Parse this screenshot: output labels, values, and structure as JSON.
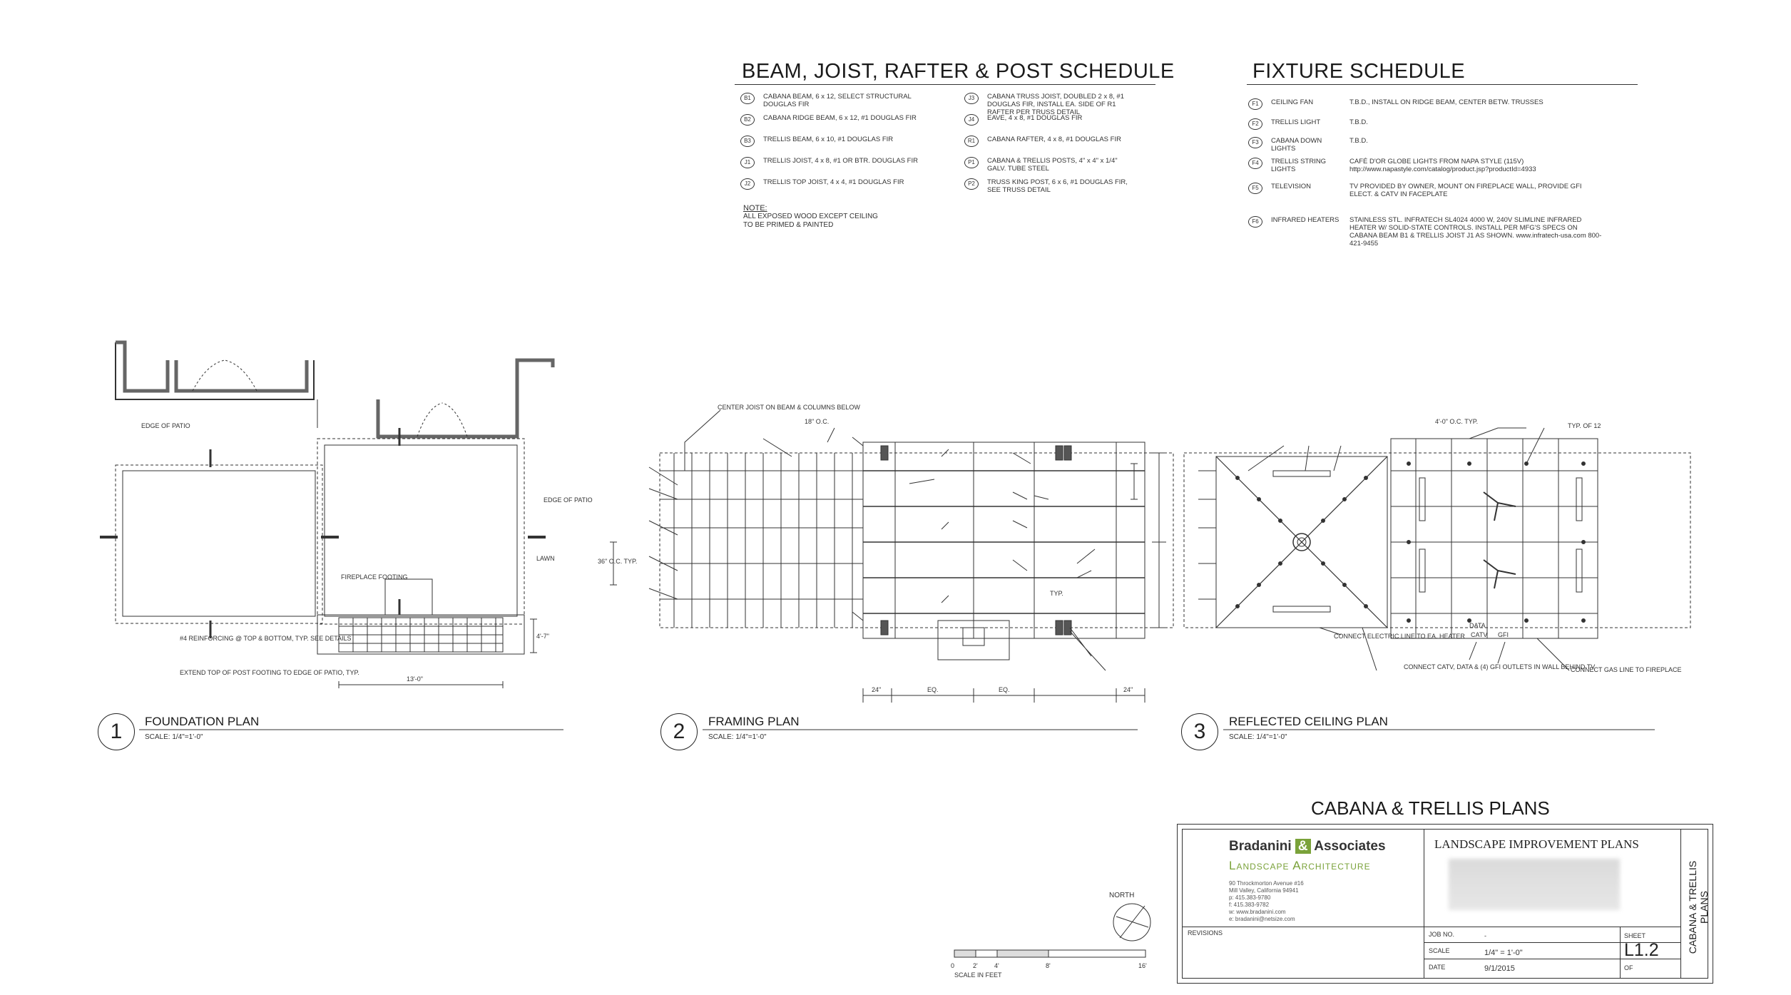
{
  "beam_schedule": {
    "title": "BEAM, JOIST, RAFTER & POST SCHEDULE",
    "left": [
      {
        "tag": "B1",
        "text": "CABANA BEAM, 6 x 12, SELECT STRUCTURAL DOUGLAS FIR"
      },
      {
        "tag": "B2",
        "text": "CABANA RIDGE BEAM, 6 x 12, #1 DOUGLAS FIR"
      },
      {
        "tag": "B3",
        "text": "TRELLIS BEAM, 6 x 10, #1 DOUGLAS FIR"
      },
      {
        "tag": "J1",
        "text": "TRELLIS JOIST, 4 x 8, #1 OR BTR. DOUGLAS FIR"
      },
      {
        "tag": "J2",
        "text": "TRELLIS TOP JOIST, 4 x 4, #1 DOUGLAS FIR"
      }
    ],
    "right": [
      {
        "tag": "J3",
        "text": "CABANA TRUSS JOIST, DOUBLED 2 x 8, #1 DOUGLAS FIR, INSTALL EA. SIDE OF R1 RAFTER PER TRUSS DETAIL"
      },
      {
        "tag": "J4",
        "text": "EAVE, 4 x 8, #1 DOUGLAS FIR"
      },
      {
        "tag": "R1",
        "text": "CABANA RAFTER, 4 x 8, #1 DOUGLAS FIR"
      },
      {
        "tag": "P1",
        "text": "CABANA & TRELLIS POSTS, 4\" x 4\" x 1/4\" GALV. TUBE STEEL"
      },
      {
        "tag": "P2",
        "text": "TRUSS KING POST, 6 x 6, #1 DOUGLAS FIR, SEE TRUSS DETAIL"
      }
    ],
    "note_label": "NOTE:",
    "note_text_1": "ALL EXPOSED WOOD EXCEPT CEILING",
    "note_text_2": "TO BE PRIMED & PAINTED"
  },
  "fixture_schedule": {
    "title": "FIXTURE SCHEDULE",
    "items": [
      {
        "tag": "F1",
        "name": "CEILING FAN",
        "desc": "T.B.D., INSTALL ON RIDGE BEAM, CENTER BETW. TRUSSES"
      },
      {
        "tag": "F2",
        "name": "TRELLIS LIGHT",
        "desc": "T.B.D."
      },
      {
        "tag": "F3",
        "name": "CABANA DOWN LIGHTS",
        "desc": "T.B.D."
      },
      {
        "tag": "F4",
        "name": "TRELLIS STRING LIGHTS",
        "desc": "CAFÉ D'OR GLOBE LIGHTS FROM NAPA STYLE (115V) http://www.napastyle.com/catalog/product.jsp?productId=4933"
      },
      {
        "tag": "F5",
        "name": "TELEVISION",
        "desc": "TV PROVIDED BY OWNER, MOUNT ON FIREPLACE WALL, PROVIDE GFI ELECT. & CATV IN FACEPLATE"
      },
      {
        "tag": "F6",
        "name": "INFRARED HEATERS",
        "desc": "STAINLESS STL. INFRATECH SL4024 4000 W, 240V SLIMLINE INFRARED HEATER W/ SOLID-STATE CONTROLS. INSTALL PER MFG'S SPECS ON CABANA BEAM B1 & TRELLIS JOIST J1 AS SHOWN. www.infratech-usa.com 800-421-9455"
      }
    ]
  },
  "plans": [
    {
      "num": "1",
      "title": "FOUNDATION PLAN",
      "scale": "SCALE: 1/4\"=1'-0\""
    },
    {
      "num": "2",
      "title": "FRAMING PLAN",
      "scale": "SCALE: 1/4\"=1'-0\""
    },
    {
      "num": "3",
      "title": "REFLECTED CEILING PLAN",
      "scale": "SCALE: 1/4\"=1'-0\""
    }
  ],
  "foundation_labels": {
    "edge_of_patio": "EDGE OF PATIO",
    "edge_of_patio_right": "EDGE OF PATIO",
    "lawn": "LAWN",
    "fireplace_footing": "FIREPLACE FOOTING",
    "reinforcing": "#4 REINFORCING @ TOP & BOTTOM, TYP. SEE DETAILS",
    "extend": "EXTEND TOP OF POST FOOTING TO EDGE OF PATIO, TYP.",
    "dim_13": "13'-0\"",
    "dim_4": "4'-7\""
  },
  "framing_labels": {
    "center_joist": "CENTER JOIST ON BEAM & COLUMNS BELOW",
    "oc18": "18\" O.C.",
    "oc36": "36\" O.C. TYP.",
    "typ": "TYP.",
    "eq": "EQ.",
    "d24": "24\""
  },
  "ceiling_labels": {
    "oc4": "4'-0\" O.C. TYP.",
    "f3typ": "TYP. OF 12",
    "connect_heater": "CONNECT ELECTRIC LINE TO EA. HEATER",
    "connect_catv": "CONNECT CATV, DATA & (4) GFI OUTLETS IN WALL BEHIND TV",
    "connect_gas": "CONNECT GAS LINE TO FIREPLACE",
    "data": "DATA",
    "catv": "CATV",
    "gfi": "GFI"
  },
  "sheet_title": "CABANA & TRELLIS PLANS",
  "north": "NORTH",
  "scale_bar": {
    "ticks": [
      "0",
      "2'",
      "4'",
      "8'",
      "16'"
    ],
    "label": "SCALE IN FEET"
  },
  "title_block": {
    "firm_1": "Bradanini",
    "firm_amp": "&",
    "firm_2": "Associates",
    "firm_sub": "Landscape Architecture",
    "addr_1": "90 Throckmorton Avenue #16",
    "addr_2": "Mill Valley, California 94941",
    "phone_p": "p: 415.383-9780",
    "phone_f": "f: 415.383-9782",
    "web": "w: www.bradanini.com",
    "email": "e: bradanini@netsize.com",
    "project_title": "LANDSCAPE IMPROVEMENT PLANS",
    "revisions": "REVISIONS",
    "job_label": "JOB NO.",
    "job_value": "-",
    "scale_label": "SCALE",
    "scale_value": "1/4\" = 1'-0\"",
    "date_label": "DATE",
    "date_value": "9/1/2015",
    "sheet_label": "SHEET",
    "sheet_value": "L1.2",
    "of_label": "OF",
    "side_title": "CABANA & TRELLIS PLANS"
  },
  "colors": {
    "line": "#333333",
    "accent": "#7aa23a"
  }
}
